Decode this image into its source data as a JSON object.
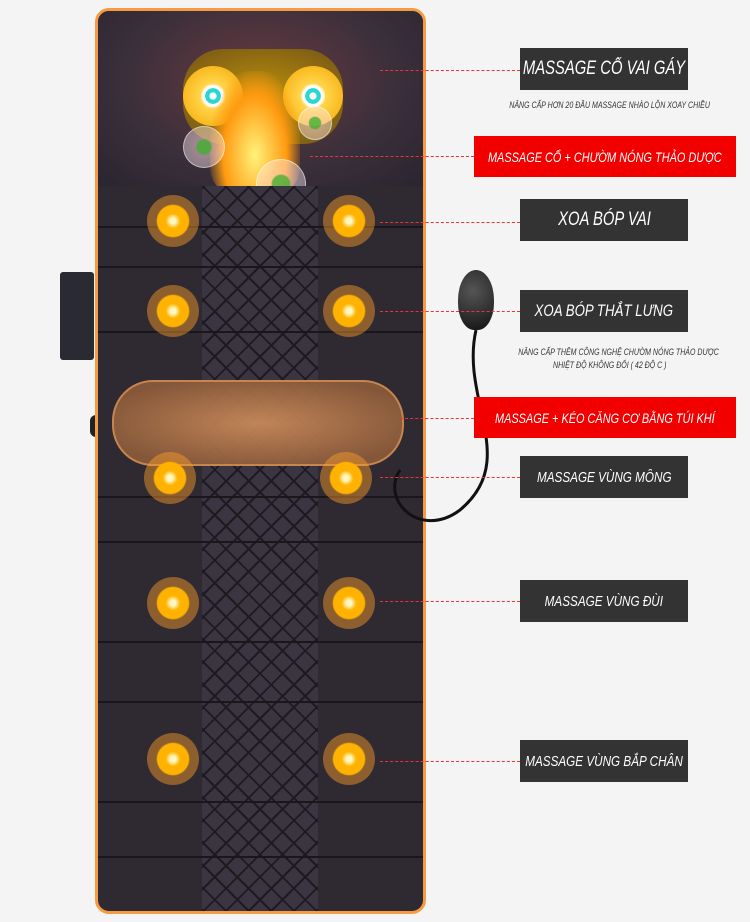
{
  "labels": {
    "neck_shoulder": "MASSAGE CỔ VAI GÁY",
    "upgrade_note": "NÂNG CẤP HƠN 20 ĐẦU MASSAGE NHÀO LỘN XOAY CHIỀU",
    "neck_herbal": "MASSAGE CỔ + CHƯỜM NÓNG THẢO DƯỢC",
    "shoulder": "XOA BÓP VAI",
    "waist": "XOA BÓP THẮT LƯNG",
    "herbal_note_1": "NÂNG CẤP THÊM CÔNG NGHỆ CHƯỜM NÓNG THẢO DƯỢC",
    "herbal_note_2": "NHIỆT ĐỘ KHÔNG ĐỔI ( 42 ĐỘ C )",
    "airbag": "MASSAGE + KÉO CĂNG CƠ BẰNG TÚI KHÍ",
    "hips": "MASSAGE VÙNG MÔNG",
    "thighs": "MASSAGE VÙNG ĐÙI",
    "calves": "MASSAGE VÙNG BẮP CHÂN"
  },
  "colors": {
    "dark_label": "#333333",
    "red_label": "#f20000",
    "mat_border": "#f59a45"
  }
}
